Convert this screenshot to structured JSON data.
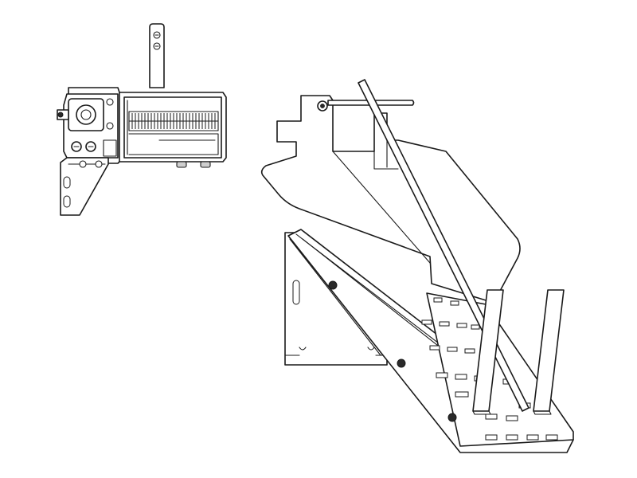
{
  "figure": {
    "background_color": "#ffffff",
    "line_color": "#1a1a1a",
    "parts": [
      {
        "id": "media-holder-assembly",
        "name": "holder-with-bracket"
      },
      {
        "id": "media-supply-tray",
        "name": "angled-tray-with-support"
      }
    ]
  }
}
